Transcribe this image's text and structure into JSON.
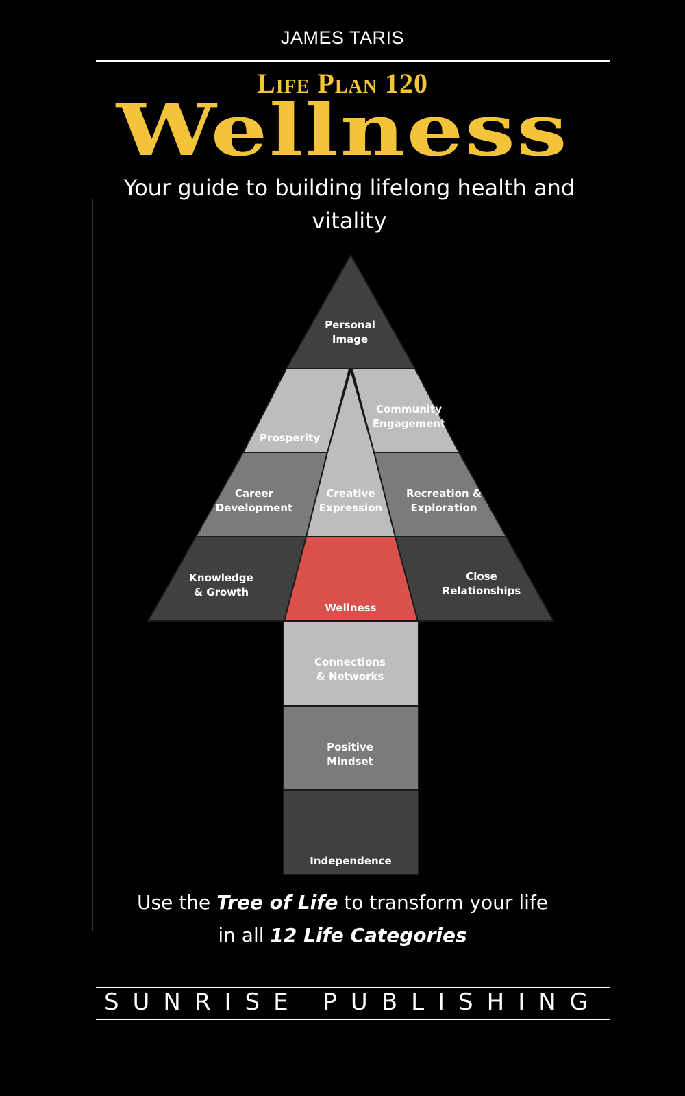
{
  "cover": {
    "author": "JAMES TARIS",
    "series": "Life Plan 120",
    "title": "Wellness",
    "subtitle": "Your guide to building lifelong health and vitality",
    "tagline_line1_pre": "Use the ",
    "tagline_line1_em": "Tree of Life",
    "tagline_line1_post": " to transform your life",
    "tagline_line2_pre": "in all ",
    "tagline_line2_em": "12 Life Categories",
    "publisher": "SUNRISE PUBLISHING"
  },
  "diagram": {
    "segments": [
      {
        "id": "personal-image",
        "line1": "Personal",
        "line2": "Image",
        "color": "#404040"
      },
      {
        "id": "prosperity",
        "line1": "Prosperity",
        "line2": "",
        "color": "#bdbdbd"
      },
      {
        "id": "community-engagement",
        "line1": "Community",
        "line2": "Engagement",
        "color": "#bdbdbd"
      },
      {
        "id": "career-development",
        "line1": "Career",
        "line2": "Development",
        "color": "#7b7b7b"
      },
      {
        "id": "creative-expression",
        "line1": "Creative",
        "line2": "Expression",
        "color": "#bdbdbd"
      },
      {
        "id": "recreation-exploration",
        "line1": "Recreation &",
        "line2": "Exploration",
        "color": "#7b7b7b"
      },
      {
        "id": "knowledge-growth",
        "line1": "Knowledge",
        "line2": "& Growth",
        "color": "#404040"
      },
      {
        "id": "wellness",
        "line1": "Wellness",
        "line2": "",
        "color": "#d9514a"
      },
      {
        "id": "close-relationships",
        "line1": "Close",
        "line2": "Relationships",
        "color": "#404040"
      },
      {
        "id": "connections-networks",
        "line1": "Connections",
        "line2": "& Networks",
        "color": "#bdbdbd"
      },
      {
        "id": "positive-mindset",
        "line1": "Positive",
        "line2": "Mindset",
        "color": "#7b7b7b"
      },
      {
        "id": "independence",
        "line1": "Independence",
        "line2": "",
        "color": "#404040"
      }
    ]
  },
  "colors": {
    "gold": "#f3c43a",
    "background": "#000000",
    "highlight": "#d9514a"
  }
}
